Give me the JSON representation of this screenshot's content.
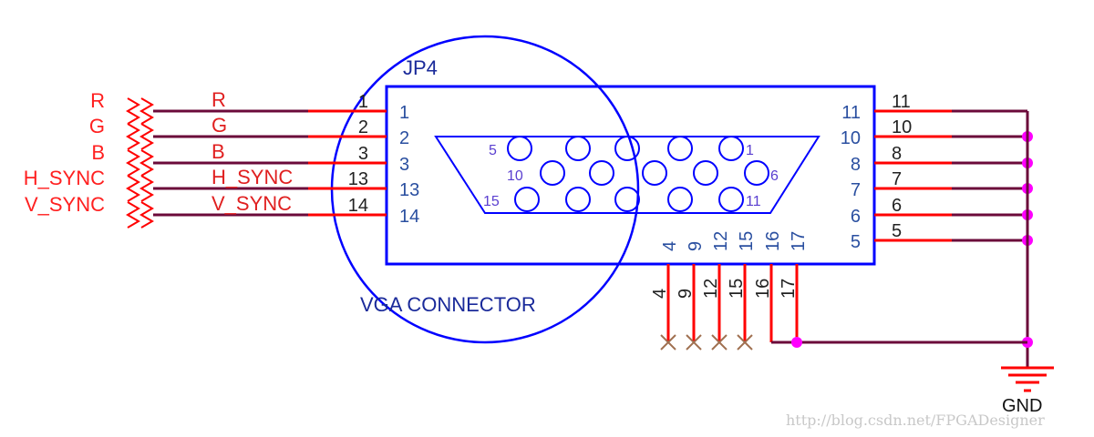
{
  "colors": {
    "component": "#0000ff",
    "pin_wire": "#ff0000",
    "net_wire": "#6b0a3a",
    "junction": "#ff00ff",
    "no_connect": "#a07050",
    "label": "#ff2020"
  },
  "component": {
    "designator": "JP4",
    "name": "VGA CONNECTOR",
    "db15_pin_labels": {
      "top_left": "5",
      "top_right": "1",
      "mid_left": "10",
      "mid_right": "6",
      "bot_left": "15",
      "bot_right": "11"
    }
  },
  "ports": [
    {
      "name": "R",
      "net": "R",
      "pin": "1"
    },
    {
      "name": "G",
      "net": "G",
      "pin": "2"
    },
    {
      "name": "B",
      "net": "B",
      "pin": "3"
    },
    {
      "name": "H_SYNC",
      "net": "H_SYNC",
      "pin": "13"
    },
    {
      "name": "V_SYNC",
      "net": "V_SYNC",
      "pin": "14"
    }
  ],
  "right_pins": [
    "11",
    "10",
    "8",
    "7",
    "6",
    "5"
  ],
  "bottom_pins": [
    {
      "pin": "4",
      "no_connect": true
    },
    {
      "pin": "9",
      "no_connect": true
    },
    {
      "pin": "12",
      "no_connect": true
    },
    {
      "pin": "15",
      "no_connect": true
    },
    {
      "pin": "16",
      "no_connect": false
    },
    {
      "pin": "17",
      "no_connect": false
    }
  ],
  "power": {
    "label": "GND"
  },
  "watermark": "http://blog.csdn.net/FPGADesigner"
}
